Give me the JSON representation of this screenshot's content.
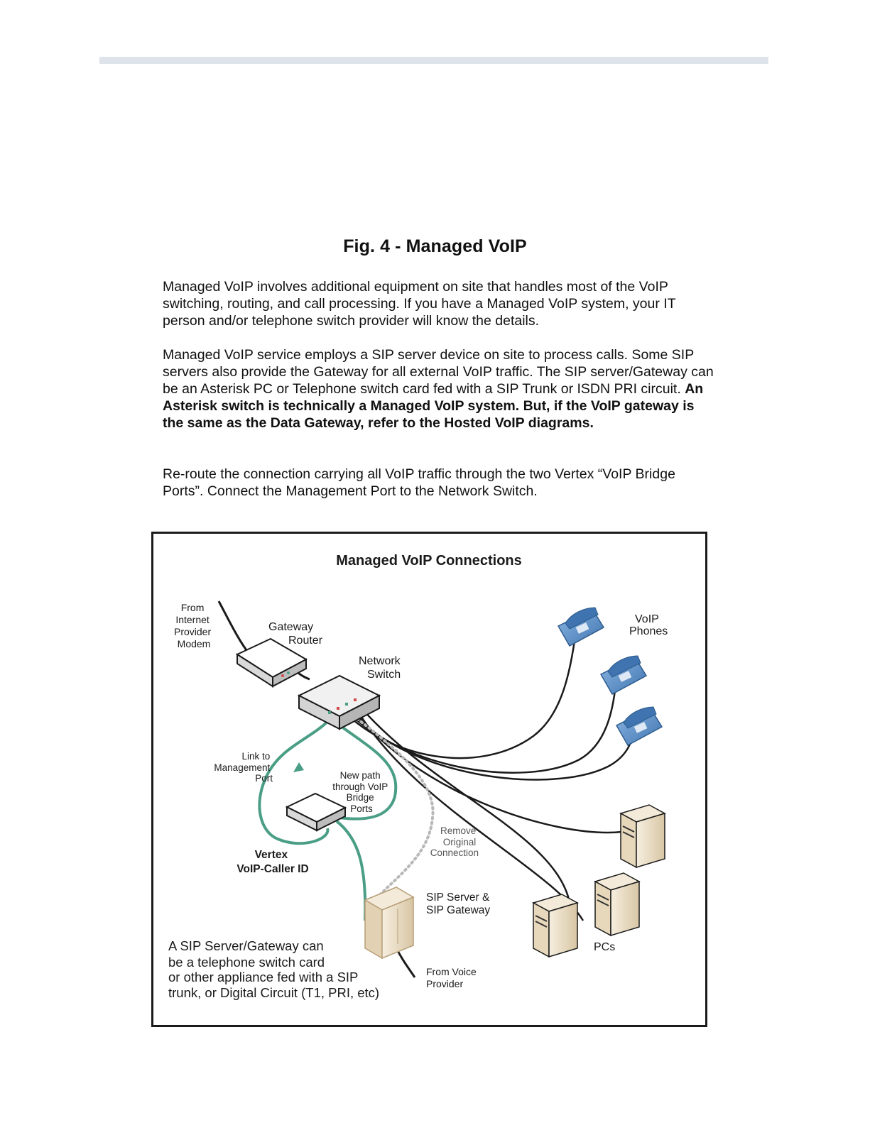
{
  "document": {
    "figure_title": "Fig. 4 - Managed VoIP",
    "paragraph_1": "Managed VoIP involves additional equipment on site that handles most of the VoIP switching, routing, and call processing.  If you have a Managed VoIP system, your IT person and/or telephone switch provider will know the details.",
    "paragraph_2_normal": "Managed VoIP service employs a SIP server device on site to process calls. Some SIP servers also provide the Gateway for all external VoIP traffic.  The SIP server/Gateway can be an Asterisk PC or Telephone switch card fed with a SIP Trunk or ISDN PRI circuit.  ",
    "paragraph_2_bold": "An Asterisk switch is technically a Managed VoIP system.  But, if the VoIP gateway is the same as the Data Gateway, refer to the Hosted VoIP diagrams.",
    "paragraph_3": "Re-route the connection carrying all VoIP traffic through the two Vertex “VoIP Bridge Ports”.  Connect the Management Port to the Network Switch."
  },
  "diagram": {
    "title": "Managed VoIP Connections",
    "labels": {
      "from_internet": [
        "From",
        "Internet",
        "Provider",
        "Modem"
      ],
      "gateway_router": [
        "Gateway",
        "Router"
      ],
      "network_switch": [
        "Network",
        "Switch"
      ],
      "voip_phones": [
        "VoIP",
        "Phones"
      ],
      "link_to_management": [
        "Link to",
        "Management",
        "Port"
      ],
      "new_path": [
        "New path",
        "through VoIP",
        "Bridge",
        "Ports"
      ],
      "remove_original": [
        "Remove",
        "Original",
        "Connection"
      ],
      "vertex": [
        "Vertex",
        "VoIP-Caller ID"
      ],
      "sip_server": [
        "SIP Server &",
        "SIP Gateway"
      ],
      "from_voice_provider": [
        "From Voice",
        "Provider"
      ],
      "pcs": "PCs",
      "sip_note": [
        "A SIP Server/Gateway can",
        "be a telephone switch card",
        "or other appliance fed with a SIP",
        "trunk, or Digital Circuit (T1, PRI, etc)"
      ]
    },
    "colors": {
      "teal_path": "#4a9e86",
      "dotted_path": "#b8b8b8",
      "phone_blue": "#5b8fc8",
      "server_beige": "#e9dcc4"
    },
    "icons": [
      "router-icon",
      "switch-icon",
      "phone-icon",
      "pc-tower-icon",
      "sip-server-icon",
      "vertex-device-icon"
    ]
  }
}
